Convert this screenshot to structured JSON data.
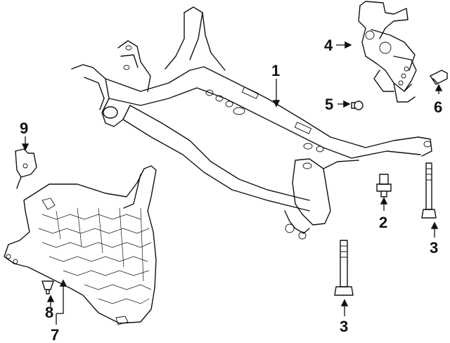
{
  "callouts": [
    {
      "id": "1",
      "label": "1"
    },
    {
      "id": "2",
      "label": "2"
    },
    {
      "id": "3a",
      "label": "3"
    },
    {
      "id": "3b",
      "label": "3"
    },
    {
      "id": "4",
      "label": "4"
    },
    {
      "id": "5",
      "label": "5"
    },
    {
      "id": "6",
      "label": "6"
    },
    {
      "id": "7",
      "label": "7"
    },
    {
      "id": "8",
      "label": "8"
    },
    {
      "id": "9",
      "label": "9"
    }
  ]
}
